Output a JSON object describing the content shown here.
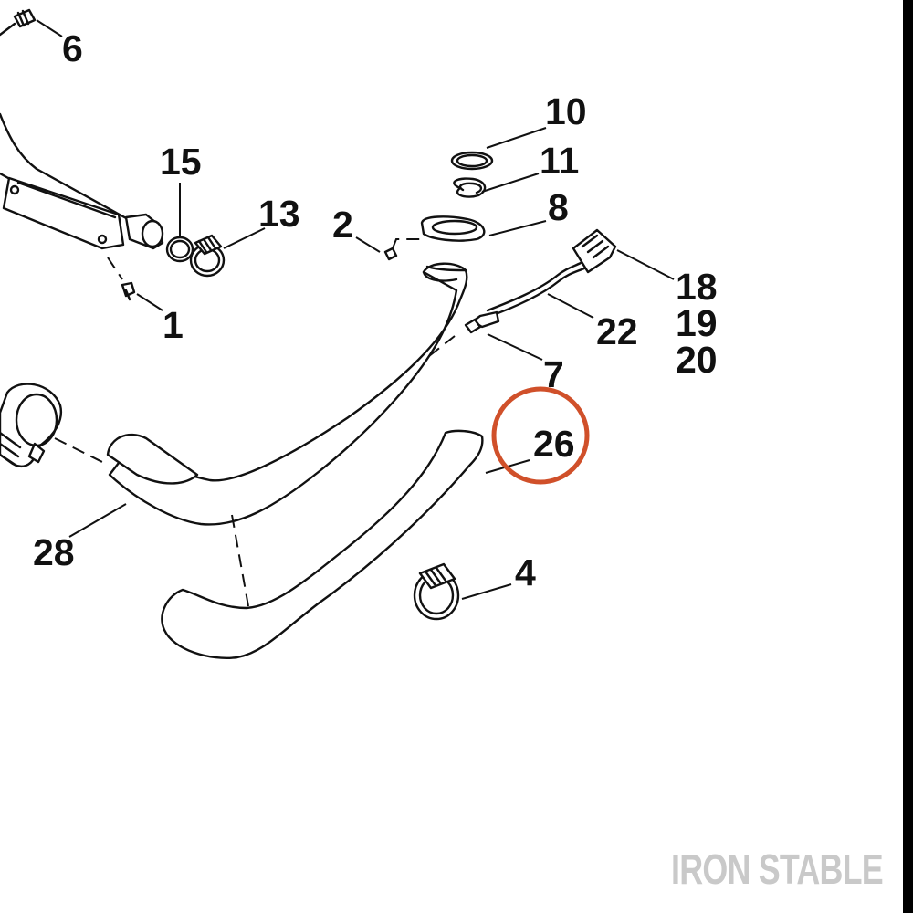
{
  "diagram": {
    "callouts": {
      "c6": "6",
      "c10": "10",
      "c11": "11",
      "c15": "15",
      "c13": "13",
      "c2": "2",
      "c8": "8",
      "c18": "18",
      "c19": "19",
      "c20": "20",
      "c22": "22",
      "c1": "1",
      "c7": "7",
      "c26": "26",
      "c28": "28",
      "c4": "4"
    },
    "highlight": {
      "target": "26",
      "color": "#d0502a"
    }
  },
  "watermark": {
    "text": "IRON STABLE",
    "color": "#c9c9c9"
  }
}
